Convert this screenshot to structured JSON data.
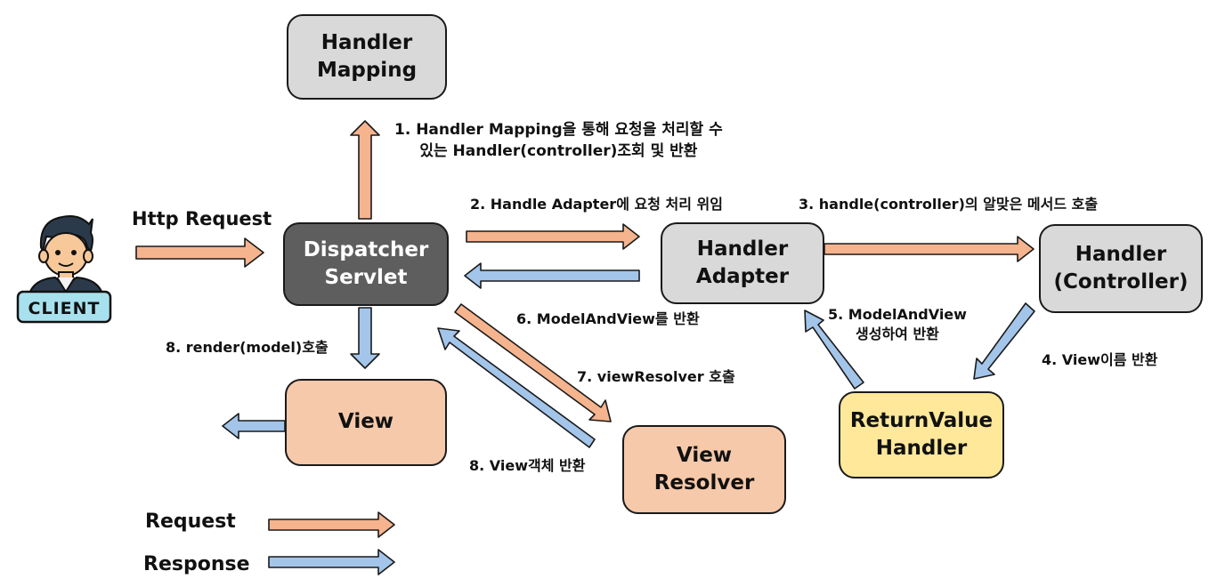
{
  "nodes": {
    "handler_mapping": "Handler\nMapping",
    "dispatcher_servlet": "Dispatcher\nServlet",
    "handler_adapter": "Handler\nAdapter",
    "handler_controller": "Handler\n(Controller)",
    "returnvalue_handler": "ReturnValue\nHandler",
    "view": "View",
    "view_resolver": "View\nResolver"
  },
  "client": {
    "label": "CLIENT"
  },
  "edge_labels": {
    "http_request": "Http Request",
    "step1": "1. Handler Mapping을 통해 요청을 처리할 수\n있는 Handler(controller)조회 및 반환",
    "step2": "2. Handle Adapter에 요청 처리 위임",
    "step3": "3. handle(controller)의 알맞은 메서드 호출",
    "step4": "4. View이름 반환",
    "step5": "5. ModelAndView\n생성하여 반환",
    "step6": "6. ModelAndView를 반환",
    "step7": "7. viewResolver 호출",
    "step8_render": "8. render(model)호출",
    "step8_view": "8. View객체 반환"
  },
  "legend": {
    "request": "Request",
    "response": "Response"
  },
  "colors": {
    "request_arrow": "#f5b48e",
    "response_arrow": "#a3c5ea",
    "gray_box": "#d9d9d9",
    "dark_box": "#5e5e5e",
    "peach_box": "#f6c9aa",
    "yellow_box": "#ffe89a",
    "client_badge": "#a8e1ee"
  }
}
